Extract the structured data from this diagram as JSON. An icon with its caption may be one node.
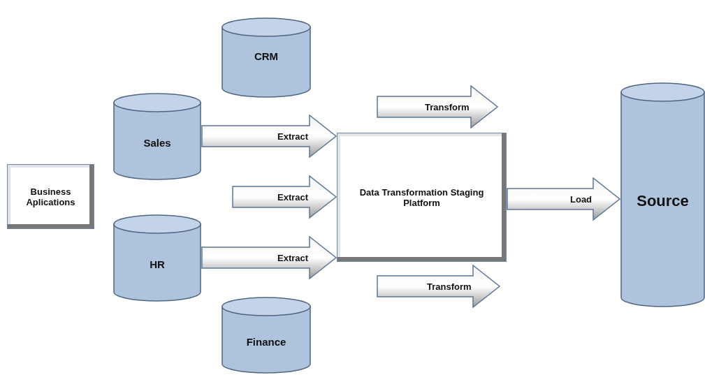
{
  "diagram": {
    "nodes": [
      {
        "text": [
          "Business Aplications"
        ]
      },
      {
        "text": [
          "CRM"
        ]
      },
      {
        "text": [
          "Sales"
        ]
      },
      {
        "text": [
          "HR"
        ]
      },
      {
        "text": [
          "Finance"
        ]
      },
      {
        "text": [
          "Data Transformation Staging Platform"
        ]
      },
      {
        "text": [
          "Source"
        ]
      }
    ],
    "edges": [
      {
        "from": 2,
        "to": 5,
        "arrow": "to",
        "label": "Extract"
      },
      {
        "from": null,
        "to": 5,
        "arrow": "to",
        "label": "Extract"
      },
      {
        "from": 3,
        "to": 5,
        "arrow": "to",
        "label": "Extract"
      },
      {
        "from": 5,
        "to": 6,
        "arrow": "to",
        "label": "Load"
      }
    ],
    "labels": [
      "Transform",
      "Transform"
    ]
  }
}
